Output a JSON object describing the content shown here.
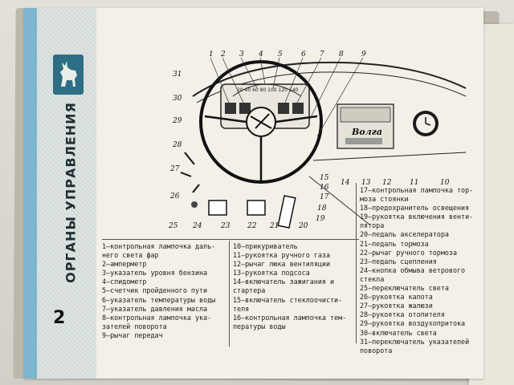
{
  "page": {
    "section_title": "ОРГАНЫ УПРАВЛЕНИЯ",
    "page_number": "2",
    "logo_icon": "deer-icon"
  },
  "diagram": {
    "brand_plate": "Волга",
    "callouts_top": [
      "1",
      "2",
      "3",
      "4",
      "5",
      "6",
      "7",
      "8",
      "9"
    ],
    "callouts_left": [
      "31",
      "30",
      "29",
      "28",
      "27",
      "26",
      "25"
    ],
    "callouts_bottom": [
      "24",
      "23",
      "22",
      "21",
      "20",
      "19",
      "18",
      "17",
      "16",
      "15",
      "14",
      "13",
      "12",
      "11",
      "10"
    ],
    "speedometer_scale": "20 40 60 80 100 120 140"
  },
  "legend": {
    "col1": [
      "1—контрольная лампочка даль-",
      "   него света фар",
      "2—амперметр",
      "3—указатель уровня бензина",
      "4—спидометр",
      "5—счетчик пройденного пути",
      "6—указатель температуры воды",
      "7—указатель давления масла",
      "8—контрольная лампочка ука-",
      "   зателей поворота",
      "9—рычаг передач"
    ],
    "col2": [
      "10—прикуриватель",
      "11—рукоятка ручного газа",
      "12—рычаг люка вентиляции",
      "13—рукоятка подсоса",
      "14—включатель зажигания и",
      "    стартера",
      "15—включатель стеклоочисти-",
      "    теля",
      "16—контрольная лампочка тем-",
      "    пературы воды"
    ],
    "col3": [
      "17—контрольная лампочка тор-",
      "    моза стоянки",
      "18—предохранитель освещения",
      "19—рукоятка включения венти-",
      "    лятора",
      "20—педаль акселератора",
      "21—педаль тормоза",
      "22—рычаг ручного тормоза",
      "23—педаль сцепления",
      "24—кнопка обмыва ветрового",
      "    стекла",
      "25—переключатель света",
      "26—рукоятка капота",
      "27—рукоятка жалюзи",
      "28—рукоятка отопителя",
      "29—рукоятка воздухопритока",
      "30—включатель света",
      "31—переключатель указателей",
      "    поворота"
    ]
  }
}
